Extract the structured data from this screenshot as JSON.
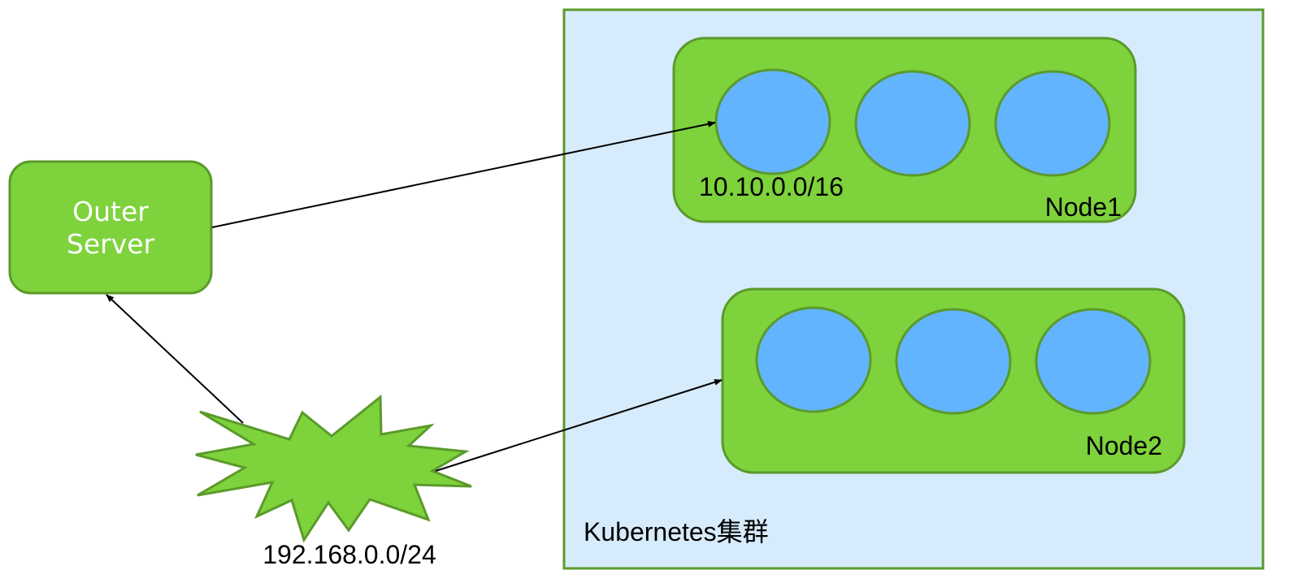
{
  "outer_server": {
    "line1": "Outer",
    "line2": "Server"
  },
  "cluster": {
    "label": "Kubernetes集群"
  },
  "node1": {
    "label": "Node1",
    "pod_cidr": "10.10.0.0/16"
  },
  "node2": {
    "label": "Node2"
  },
  "network": {
    "cidr": "192.168.0.0/24"
  },
  "colors": {
    "green_fill": "#7ed23c",
    "green_border": "#5a9a2a",
    "pod_fill": "#62b4ff",
    "cluster_fill": "#d6ebfb",
    "arrow": "#000000"
  }
}
